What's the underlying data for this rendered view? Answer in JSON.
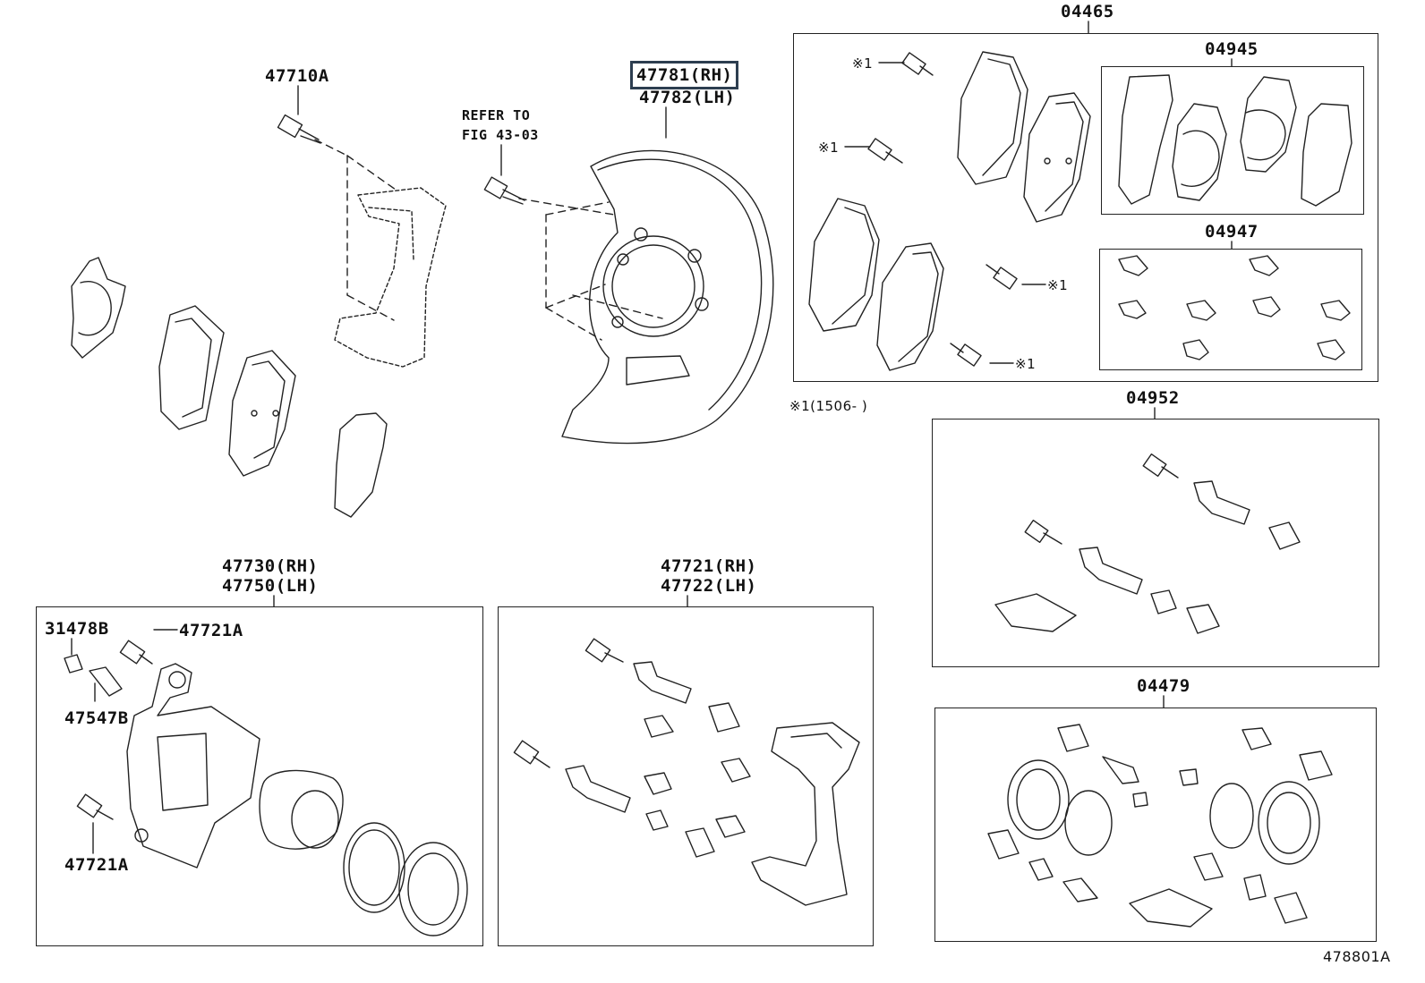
{
  "diagram_id": "478801A",
  "labels": {
    "caliper_bracket": "47710A",
    "dust_cover_rh": "47781(RH)",
    "dust_cover_lh": "47782(LH)",
    "refer_to_line1": "REFER TO",
    "refer_to_line2": "FIG 43-03",
    "pad_kit": "04465",
    "anti_squeal_shim_kit": "04945",
    "fitting_kit": "04947",
    "footnote": "※1(1506-     )",
    "mark_1": "※1",
    "cylinder_kit": "04952",
    "seal_kit": "04479",
    "caliper_rh": "47730(RH)",
    "caliper_lh": "47750(LH)",
    "mounting_rh": "47721(RH)",
    "mounting_lh": "47722(LH)",
    "bleeder_cap": "31478B",
    "slide_pin_top": "47721A",
    "bleeder_plug": "47547B",
    "slide_pin_bottom": "47721A"
  },
  "highlighted_part": "47781(RH)",
  "colors": {
    "line": "#222222",
    "highlight_border": "#2d3e50"
  }
}
